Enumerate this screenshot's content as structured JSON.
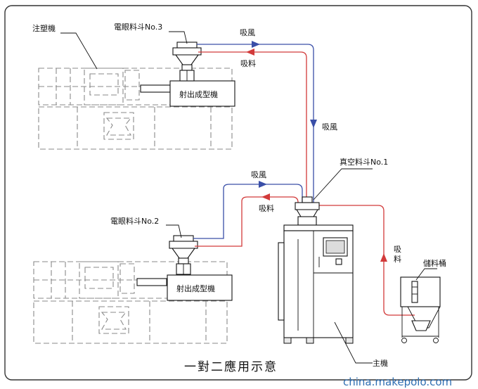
{
  "labels": {
    "injection_machine": "注塑機",
    "hopper_no3": "電眼料斗No.3",
    "hopper_no2": "電眼料斗No.2",
    "vacuum_hopper_no1": "真空料斗No.1",
    "molding_machine_top": "射出成型機",
    "molding_machine_bottom": "射出成型機",
    "storage_bin": "儲料桶",
    "main_unit": "主機"
  },
  "flow": {
    "suction_air_top": "吸風",
    "suction_material_top": "吸料",
    "suction_air_vertical": "吸風",
    "suction_air_mid": "吸風",
    "suction_material_mid": "吸料",
    "suction_material_right_1": "吸",
    "suction_material_right_2": "料"
  },
  "colors": {
    "air_line": "#3a4fa8",
    "material_line": "#d23a3a",
    "watermark": "#2f6fb2"
  },
  "title": "一對二應用示意",
  "watermark": "china.makepolo.com"
}
